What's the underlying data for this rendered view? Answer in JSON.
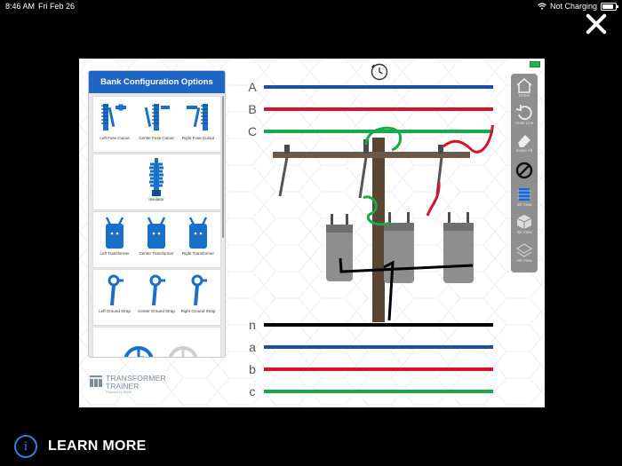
{
  "status": {
    "time": "8:46 AM",
    "date": "Fri Feb 26",
    "charging": "Not Charging",
    "battery_level": 0.85
  },
  "close_icon": "close-x-icon",
  "panel": {
    "title": "Bank Configuration Options",
    "rows": [
      {
        "items": [
          "Left Fuse Cutout",
          "Center Fuse Cutout",
          "Right Fuse Cutout"
        ]
      },
      {
        "items": [
          "Insulator"
        ]
      },
      {
        "items": [
          "Left Transformer",
          "Center Transformer",
          "Right Transformer"
        ]
      },
      {
        "items": [
          "Left Ground Strap",
          "Center Ground Strap",
          "Right Ground Strap"
        ]
      }
    ]
  },
  "logo": {
    "line1": "TRANSFORMER",
    "line2": "TRAINER",
    "line3": "Powered by HUBB"
  },
  "phases": {
    "top": [
      "A",
      "B",
      "C"
    ],
    "neutral": "n",
    "bottom": [
      "a",
      "b",
      "c"
    ]
  },
  "colors": {
    "blue": "#1d4fa3",
    "red": "#d3162c",
    "green": "#17a94b",
    "black": "#000000",
    "accent": "#1f65c6"
  },
  "toolbar": [
    {
      "label": "Home",
      "icon": "home-icon"
    },
    {
      "label": "Undo Line",
      "icon": "undo-icon"
    },
    {
      "label": "Erase All",
      "icon": "eraser-icon"
    },
    {
      "label": "",
      "icon": "no-drawing-icon"
    },
    {
      "label": "2D View",
      "icon": "2d-view-icon"
    },
    {
      "label": "3D View",
      "icon": "3d-view-icon"
    },
    {
      "label": "AR View",
      "icon": "ar-view-icon"
    }
  ],
  "learn_more": "LEARN MORE"
}
